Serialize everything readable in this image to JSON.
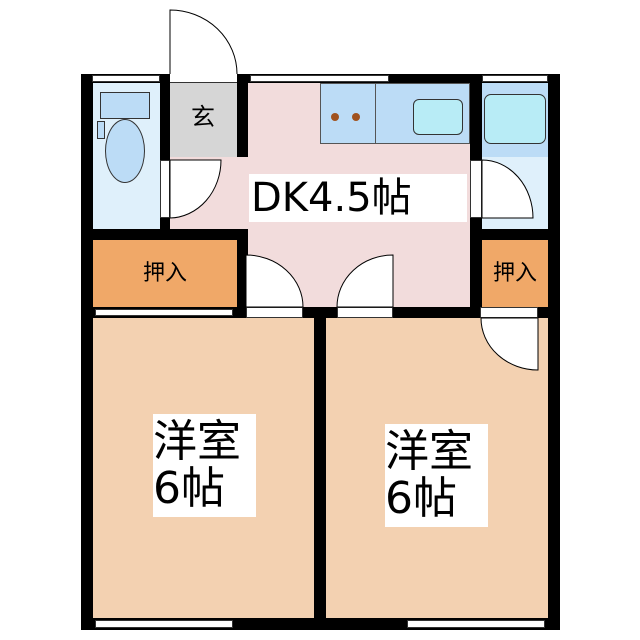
{
  "rooms": {
    "genkan": {
      "label": "玄",
      "color": "#d6d6d6"
    },
    "dk": {
      "label": "DK4.5帖",
      "color": "#f2dcdc"
    },
    "closet_left": {
      "label": "押入",
      "color": "#f0a868"
    },
    "closet_right": {
      "label": "押入",
      "color": "#f0a868"
    },
    "western_left": {
      "line1": "洋室",
      "line2": "6帖",
      "color": "#f3d1b1"
    },
    "western_right": {
      "line1": "洋室",
      "line2": "6帖",
      "color": "#f3d1b1"
    },
    "toilet": {
      "color": "#dff0fb"
    },
    "bath": {
      "color": "#dff0fb"
    }
  },
  "colors": {
    "wall": "#000000",
    "fixture": "#bcdcf6",
    "tub": "#b8ecf6",
    "burner": "#a0521e"
  }
}
